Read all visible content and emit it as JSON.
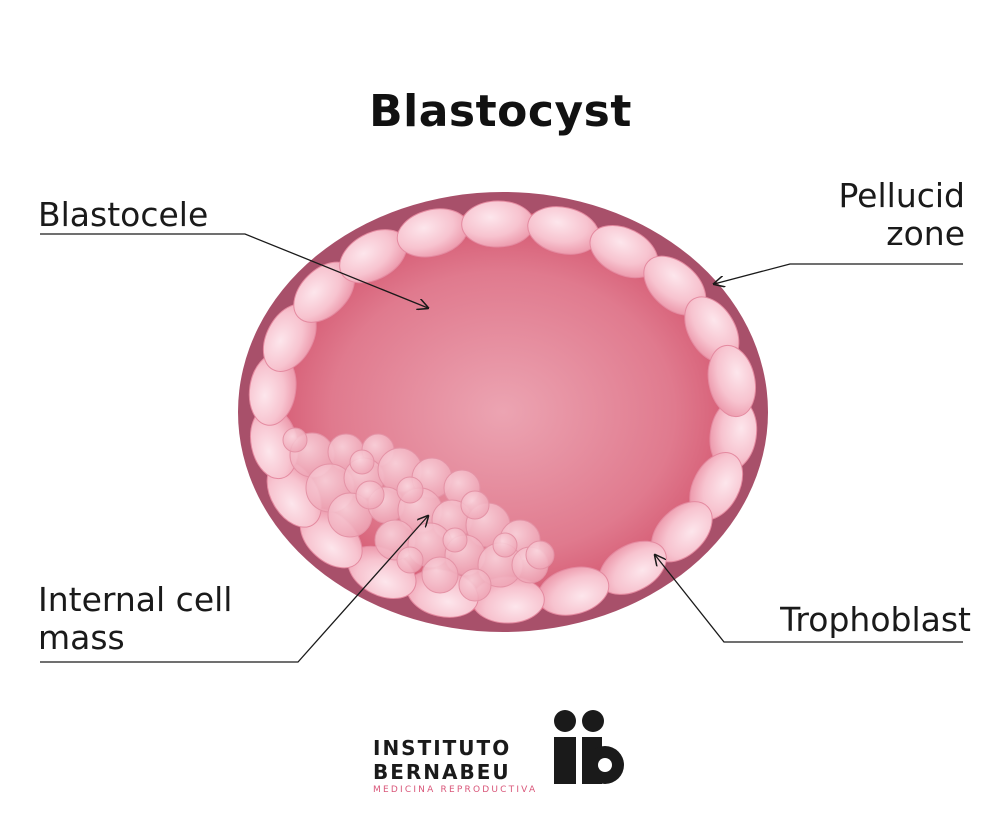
{
  "title": "Blastocyst",
  "labels": {
    "blastocele": "Blastocele",
    "pellucid_line1": "Pellucid",
    "pellucid_line2": "zone",
    "icm_line1": "Internal cell",
    "icm_line2": "mass",
    "trophoblast": "Trophoblast"
  },
  "logo": {
    "line1": "INSTITUTO",
    "line2": "BERNABEU",
    "tagline": "MEDICINA REPRODUCTIVA",
    "mark": "ib"
  },
  "colors": {
    "zone": "#a8506a",
    "cavity_center": "#eca4b2",
    "cavity_edge": "#d3556e",
    "cell_light": "#fbd6df",
    "cell_mid": "#f2a8b8",
    "icm_cell": "#f6bfcb",
    "logo_pink": "#d9577a",
    "logo_dark": "#1a1a1a"
  }
}
